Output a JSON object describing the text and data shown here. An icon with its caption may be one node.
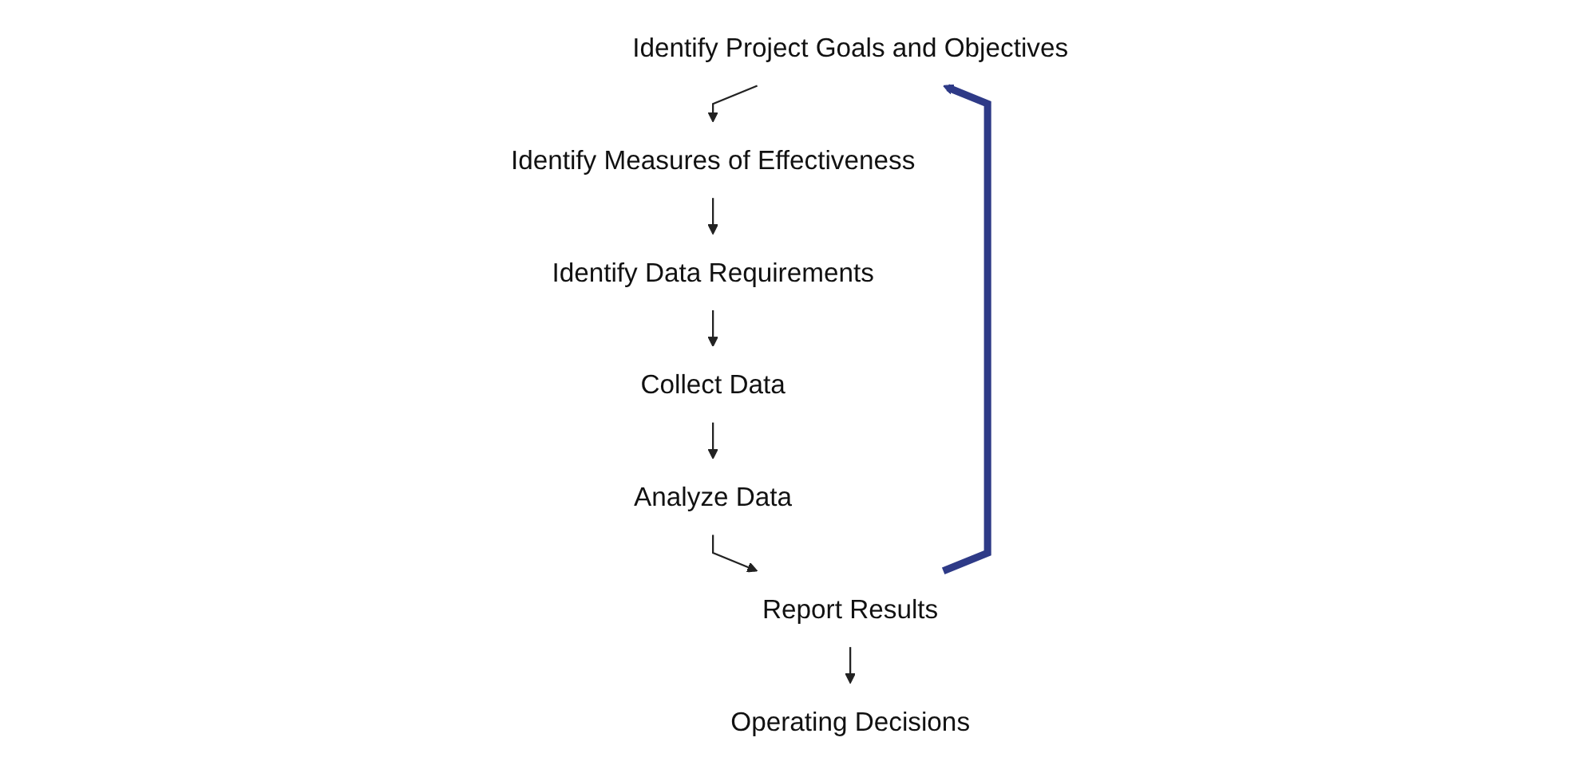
{
  "diagram": {
    "nodes": [
      {
        "text": [
          "Identify Project Goals and Objectives"
        ]
      },
      {
        "text": [
          "Identify Measures of Effectiveness"
        ]
      },
      {
        "text": [
          "Identify Data Requirements"
        ]
      },
      {
        "text": [
          "Collect Data"
        ]
      },
      {
        "text": [
          "Analyze Data"
        ]
      },
      {
        "text": [
          "Report Results"
        ]
      },
      {
        "text": [
          "Operating Decisions"
        ]
      }
    ],
    "edges": [
      {
        "from": 0,
        "to": 1,
        "arrow": "to"
      },
      {
        "from": 1,
        "to": 2,
        "arrow": "to"
      },
      {
        "from": 2,
        "to": 3,
        "arrow": "to"
      },
      {
        "from": 3,
        "to": 4,
        "arrow": "to"
      },
      {
        "from": 4,
        "to": 5,
        "arrow": "to"
      },
      {
        "from": 5,
        "to": 6,
        "arrow": "to"
      },
      {
        "from": 5,
        "to": 0,
        "arrow": "to",
        "style": "thick",
        "color": "#2e3a87"
      }
    ]
  }
}
